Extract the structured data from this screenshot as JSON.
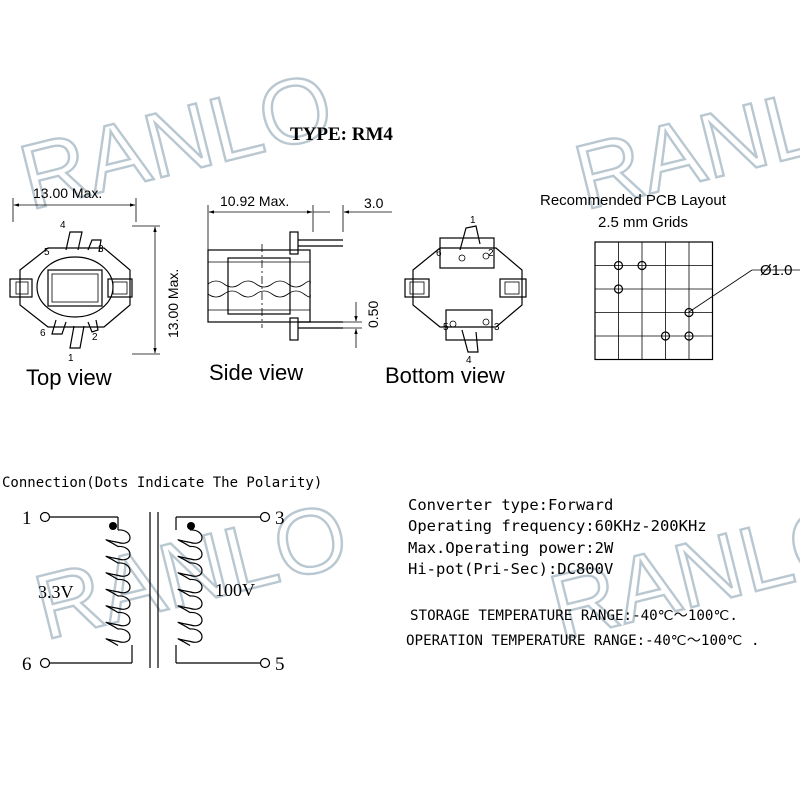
{
  "watermark": "RANLO",
  "type_label": "TYPE: RM4",
  "top_view": {
    "width_dim": "13.00 Max.",
    "height_dim": "13.00 Max.",
    "label": "Top view",
    "pins": [
      "1",
      "2",
      "3",
      "4",
      "5",
      "6"
    ]
  },
  "side_view": {
    "width_dim": "10.92 Max.",
    "pin_dim": "3.0",
    "pin_thickness": "0.50",
    "label": "Side view"
  },
  "bottom_view": {
    "label": "Bottom view",
    "pins": [
      "1",
      "2",
      "3",
      "4",
      "5",
      "6"
    ]
  },
  "pcb_layout": {
    "title_line1": "Recommended PCB Layout",
    "title_line2": "2.5 mm Grids",
    "hole_dim": "Ø1.0"
  },
  "connection": {
    "title": "Connection(Dots Indicate The Polarity)",
    "pin_1": "1",
    "pin_3": "3",
    "pin_5": "5",
    "pin_6": "6",
    "primary_voltage": "3.3V",
    "secondary_voltage": "100V"
  },
  "specs": [
    "Converter type:Forward",
    "Operating frequency:60KHz-200KHz",
    "Max.Operating power:2W",
    "Hi-pot(Pri-Sec):DC800V"
  ],
  "temperatures": [
    "STORAGE TEMPERATURE RANGE:-40℃～100℃.",
    "OPERATION TEMPERATURE RANGE:-40℃～100℃ ."
  ]
}
